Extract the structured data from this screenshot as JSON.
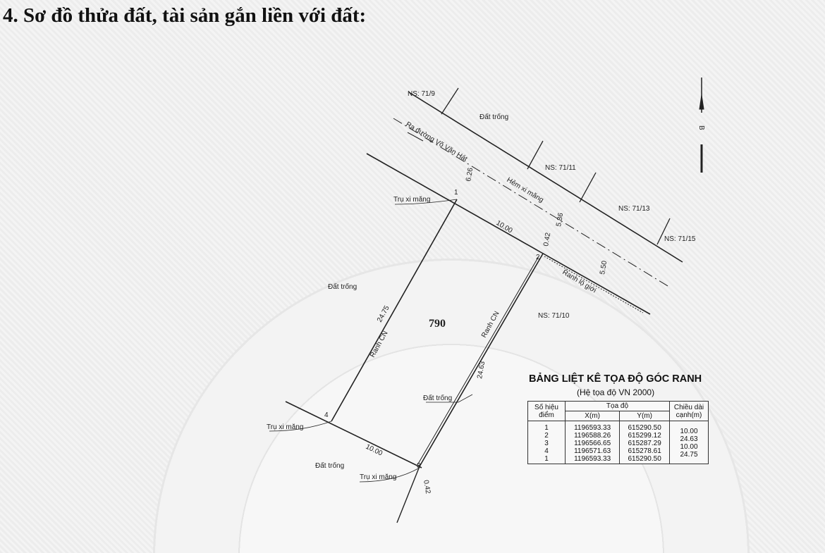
{
  "heading": "4. Sơ đồ thửa đất, tài sản gắn liền với đất:",
  "diagram": {
    "parcel_number": "790",
    "labels": {
      "ns_71_9": "NS: 71/9",
      "ns_71_11": "NS: 71/11",
      "ns_71_13": "NS: 71/13",
      "ns_71_15": "NS: 71/15",
      "ns_71_10": "NS: 71/10",
      "dat_trong_top": "Đất trống",
      "dat_trong_left": "Đất trống",
      "dat_trong_mid": "Đất trống",
      "dat_trong_bottom": "Đất trống",
      "road_direction": "Ra đường Võ Văn Hát",
      "alley": "Hẻm xi măng",
      "boundary_road": "Ranh lộ giới",
      "ranh_cn_left": "Ranh CN",
      "ranh_cn_right": "Ranh CN",
      "tru_1": "Trụ xi măng",
      "tru_4": "Trụ xi măng",
      "tru_3": "Trụ xi măng",
      "north": "B"
    },
    "dimensions": {
      "road_width_top": "6.26",
      "road_width_mid": "5.86",
      "road_width_right": "5.50",
      "setback_top": "0.42",
      "setback_bottom": "0.42",
      "edge_1_2": "10.00",
      "edge_2_3": "24.63",
      "edge_3_4": "10.00",
      "edge_4_1": "24.75"
    },
    "points": {
      "p1": "1",
      "p2": "2",
      "p3": "3",
      "p4": "4"
    }
  },
  "coord_table": {
    "title": "BẢNG LIỆT KÊ TỌA ĐỘ GÓC RANH",
    "subtitle": "(Hệ tọa độ VN 2000)",
    "headers": {
      "point": "Số hiệu điểm",
      "coords": "Tọa độ",
      "x": "X(m)",
      "y": "Y(m)",
      "length": "Chiều dài cạnh(m)"
    },
    "points": [
      "1",
      "2",
      "3",
      "4",
      "1"
    ],
    "x": [
      "1196593.33",
      "1196588.26",
      "1196566.65",
      "1196571.63",
      "1196593.33"
    ],
    "y": [
      "615290.50",
      "615299.12",
      "615287.29",
      "615278.61",
      "615290.50"
    ],
    "lengths": [
      "10.00",
      "24.63",
      "10.00",
      "24.75"
    ]
  }
}
